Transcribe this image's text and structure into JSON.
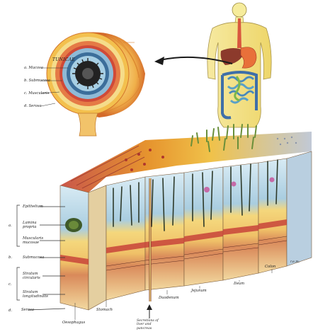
{
  "tunicae": {
    "title": "TUNICAE",
    "layers": [
      {
        "key": "a",
        "label": "a. Mucosa"
      },
      {
        "key": "b",
        "label": "b. Submucosa"
      },
      {
        "key": "c",
        "label": "c. Muscularis"
      },
      {
        "key": "d",
        "label": "d. Serosa"
      }
    ]
  },
  "side_labels": {
    "epithelium": "Epithelium",
    "lamina_propria": "Lamina propria",
    "muscularis_mucosae": "Muscularis mucosae",
    "submucosa": "Submucosa",
    "stratum_circularis": "Stratum circularis",
    "stratum_longitudinalis": "Stratum longitudinalis",
    "serosa": "Serosa",
    "letter_a": "a.",
    "letter_b": "b.",
    "letter_c": "c.",
    "letter_d": "d."
  },
  "organs": {
    "oesophagus": "Oesophagus",
    "stomach": "Stomach",
    "duodenum": "Duodenum",
    "jejunum": "Jejunum",
    "ileum": "Ileum",
    "colon": "Colon"
  },
  "secretions": "Secretions of liver and pancreas",
  "signature": "r.e.m.",
  "colors": {
    "serosa_orange": "#e8a23c",
    "muscle_red": "#c8443a",
    "submucosa_yellow": "#f2d27a",
    "mucosa_blue": "#9fc6de",
    "villi_green": "#6a8f3a",
    "body_yellow": "#f3e27a"
  }
}
